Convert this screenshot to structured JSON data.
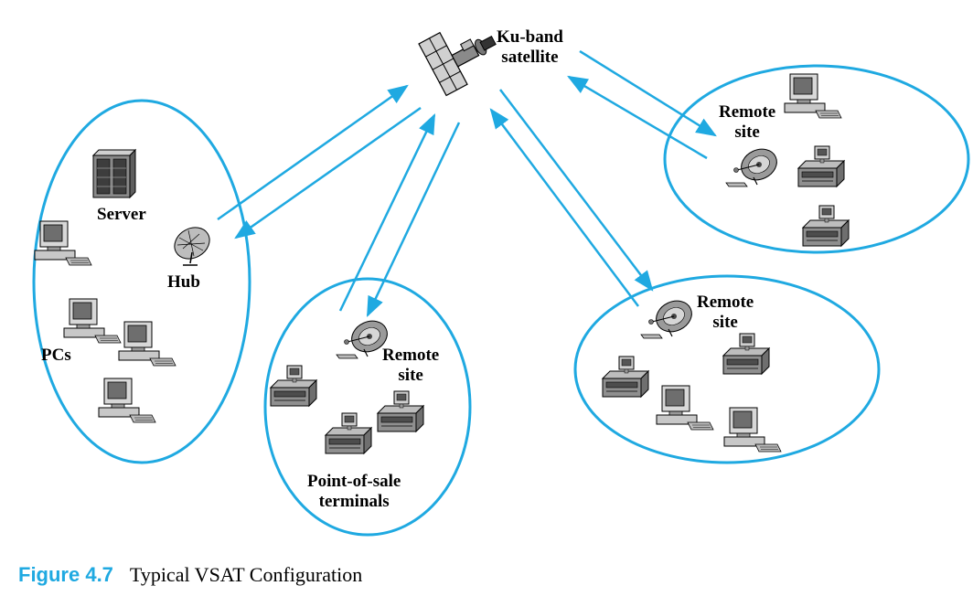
{
  "colors": {
    "accent": "#1fa9e1",
    "ink": "#000000",
    "icon_gray": "#8a8a8a"
  },
  "labels": {
    "satellite": [
      "Ku-band",
      "satellite"
    ],
    "server": "Server",
    "hub": "Hub",
    "pcs": "PCs",
    "remote_center": [
      "Remote",
      "site"
    ],
    "pos": [
      "Point-of-sale",
      "terminals"
    ],
    "remote_right_upper": [
      "Remote",
      "site"
    ],
    "remote_right_lower": [
      "Remote",
      "site"
    ]
  },
  "caption": {
    "figure": "Figure 4.7",
    "text": "Typical VSAT Configuration"
  },
  "icons": [
    "satellite-icon",
    "server-icon",
    "dish-icon",
    "pc-icon",
    "pos-terminal-icon"
  ]
}
